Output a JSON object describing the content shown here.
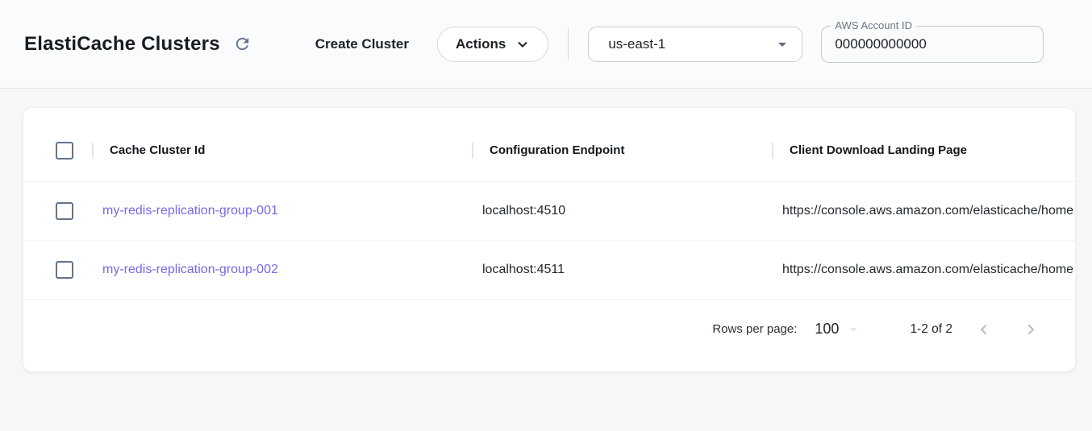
{
  "header": {
    "title": "ElastiCache Clusters",
    "create_cluster_label": "Create Cluster",
    "actions_label": "Actions",
    "region": {
      "selected": "us-east-1"
    },
    "account_id": {
      "label": "AWS Account ID",
      "value": "000000000000"
    }
  },
  "table": {
    "columns": {
      "cache_cluster_id": "Cache Cluster Id",
      "configuration_endpoint": "Configuration Endpoint",
      "client_download_landing_page": "Client Download Landing Page"
    },
    "rows": [
      {
        "cache_cluster_id": "my-redis-replication-group-001",
        "configuration_endpoint": "localhost:4510",
        "client_download_landing_page": "https://console.aws.amazon.com/elasticache/home"
      },
      {
        "cache_cluster_id": "my-redis-replication-group-002",
        "configuration_endpoint": "localhost:4511",
        "client_download_landing_page": "https://console.aws.amazon.com/elasticache/home"
      }
    ]
  },
  "pagination": {
    "rows_per_page_label": "Rows per page:",
    "rows_per_page_value": "100",
    "range_label": "1-2 of 2"
  },
  "icons": {
    "refresh": "refresh-icon",
    "actions_caret": "chevron-down-icon",
    "region_caret": "caret-down-icon",
    "rows_caret": "caret-down-icon",
    "prev": "chevron-left-icon",
    "next": "chevron-right-icon"
  },
  "colors": {
    "link": "#7569e8",
    "icon_gray": "#64748b",
    "checkbox_border": "#64748b",
    "disabled_chevron": "#b9bdc1",
    "header_bg": "#fafbfc",
    "body_bg": "#f6f7f8"
  }
}
